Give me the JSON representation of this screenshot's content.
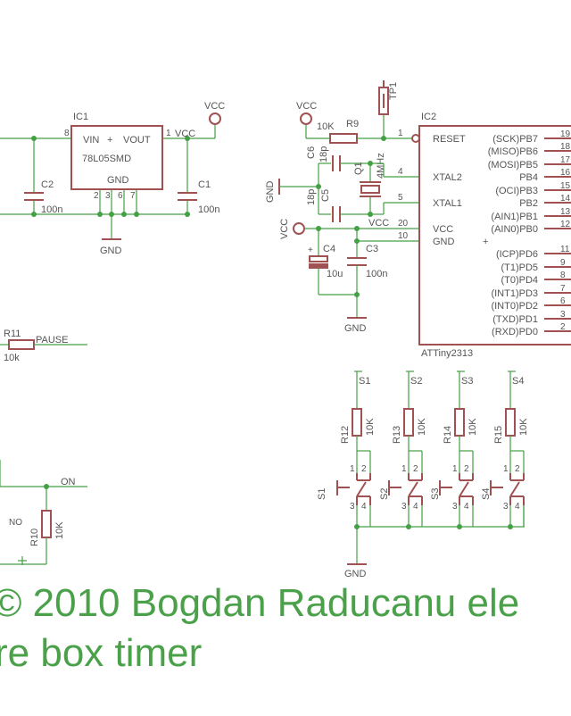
{
  "labels": {
    "ic1": "IC1",
    "ic1_vin": "VIN",
    "ic1_plus": "+",
    "ic1_vout": "VOUT",
    "ic1_part": "78L05SMD",
    "ic1_gnd": "GND",
    "ic1_pin8": "8",
    "ic1_pin1": "1",
    "ic1_pins_bottom": [
      "2",
      "3",
      "6",
      "7"
    ],
    "vcc": "VCC",
    "gnd": "GND",
    "c1": "C1",
    "c1_val": "100n",
    "c2": "C2",
    "c2_val": "100n",
    "c3": "C3",
    "c3_val": "100n",
    "c4": "C4",
    "c4_val": "10u",
    "c5": "C5",
    "c5_val": "18p",
    "c6": "C6",
    "c6_val": "18p",
    "q1": "Q1",
    "q1_val": "4MHz",
    "r9": "R9",
    "r9_val": "10K",
    "tp1": "TP1",
    "ic2": "IC2",
    "ic2_part": "ATTiny2313",
    "ic2_left_pins": [
      {
        "name": "RESET",
        "num": "1"
      },
      {
        "name": "XTAL2",
        "num": "4"
      },
      {
        "name": "XTAL1",
        "num": "5"
      },
      {
        "name": "VCC",
        "num": "20"
      },
      {
        "name": "GND",
        "num": "10"
      }
    ],
    "ic2_right_pins": [
      {
        "name": "(SCK)PB7",
        "num": "19"
      },
      {
        "name": "(MISO)PB6",
        "num": "18"
      },
      {
        "name": "(MOSI)PB5",
        "num": "17"
      },
      {
        "name": "PB4",
        "num": "16"
      },
      {
        "name": "(OCI)PB3",
        "num": "15"
      },
      {
        "name": "PB2",
        "num": "14"
      },
      {
        "name": "(AIN1)PB1",
        "num": "13"
      },
      {
        "name": "(AIN0)PB0",
        "num": "12"
      },
      {
        "name": "(ICP)PD6",
        "num": "11"
      },
      {
        "name": "(T1)PD5",
        "num": "9"
      },
      {
        "name": "(T0)PD4",
        "num": "8"
      },
      {
        "name": "(INT1)PD3",
        "num": "7"
      },
      {
        "name": "(INT0)PD2",
        "num": "6"
      },
      {
        "name": "(TXD)PD1",
        "num": "3"
      },
      {
        "name": "(RXD)PD0",
        "num": "2"
      }
    ],
    "r11": "R11",
    "r11_val": "10k",
    "pause": "PAUSE",
    "nets": [
      "S1",
      "S2",
      "S3",
      "S4"
    ],
    "resistors": [
      {
        "name": "R12",
        "val": "10K"
      },
      {
        "name": "R13",
        "val": "10K"
      },
      {
        "name": "R14",
        "val": "10K"
      },
      {
        "name": "R15",
        "val": "10K"
      }
    ],
    "switches": [
      "S1",
      "S2",
      "S3",
      "S4"
    ],
    "sw_pins": [
      "1",
      "2",
      "3",
      "4"
    ],
    "on": "ON",
    "no": "NO",
    "r10": "R10",
    "r10_val": "10K",
    "copyright": "© 2010 Bogdan Raducanu ele",
    "subtitle": "re box timer"
  }
}
